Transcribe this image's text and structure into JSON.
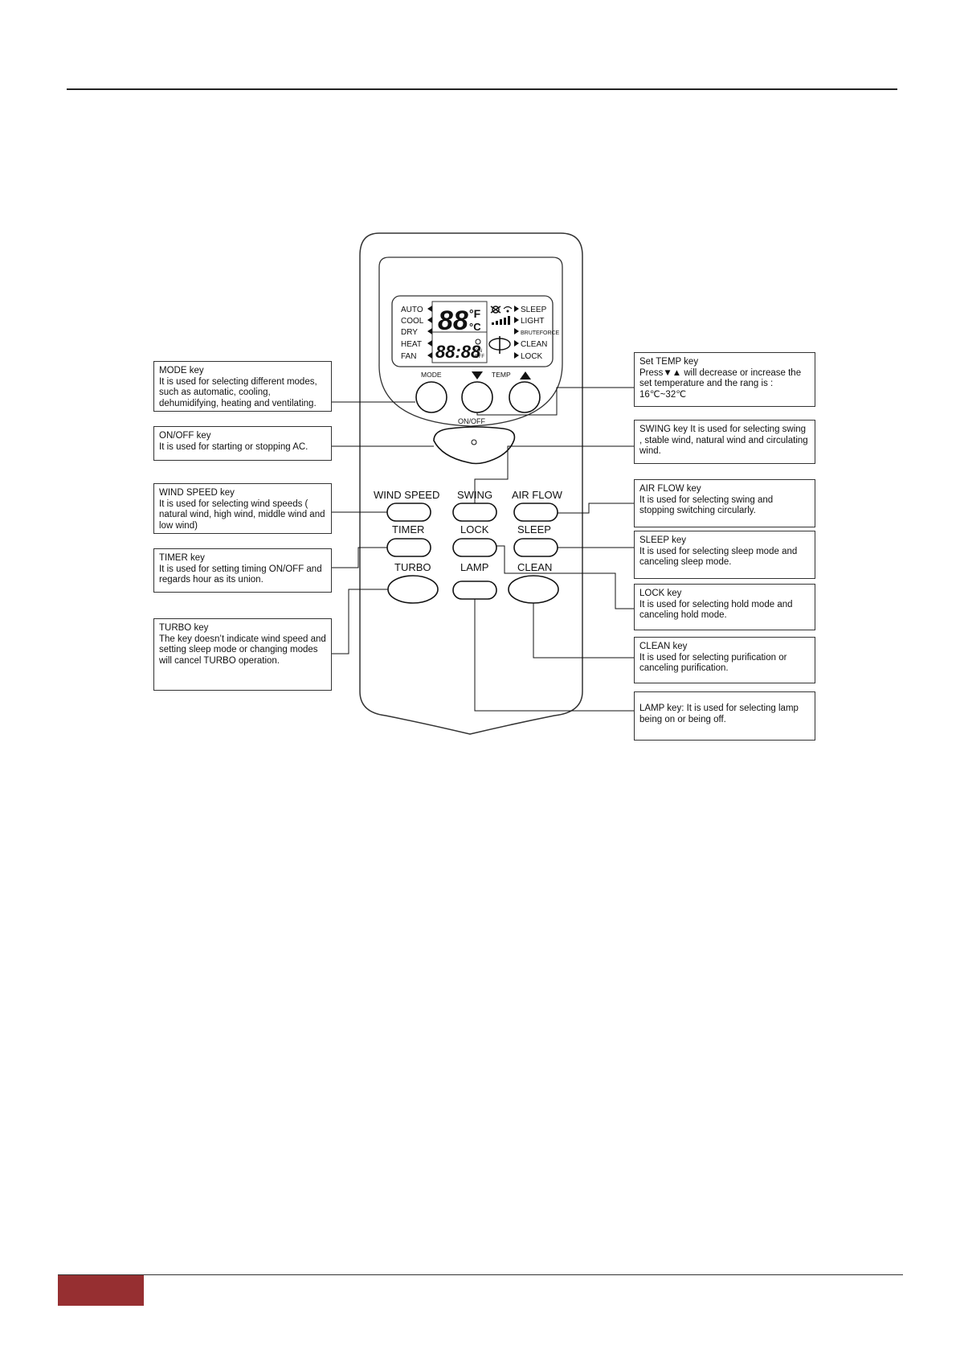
{
  "colors": {
    "footer_accent": "#962f31",
    "ink": "#111111"
  },
  "remote": {
    "lcd": {
      "modes": [
        "AUTO",
        "COOL",
        "DRY",
        "HEAT",
        "FAN"
      ],
      "right_items": [
        "SLEEP",
        "LIGHT",
        "BRUTEFORCE",
        "CLEAN",
        "LOCK"
      ],
      "temp_digits": "88",
      "unit_f": "°F",
      "unit_c": "°C",
      "time_digits": "88:88",
      "on_label": "ON",
      "off_label": "OFF"
    },
    "labels": {
      "mode": "MODE",
      "temp": "TEMP",
      "on_off": "ON/OFF",
      "wind_speed": "WIND SPEED",
      "swing": "SWING",
      "air_flow": "AIR FLOW",
      "timer": "TIMER",
      "lock": "LOCK",
      "sleep": "SLEEP",
      "turbo": "TURBO",
      "lamp": "LAMP",
      "clean": "CLEAN"
    }
  },
  "callouts": {
    "mode": {
      "title": "MODE key",
      "body": "It is used for selecting different modes, such as automatic, cooling, dehumidifying, heating and ventilating."
    },
    "onoff": {
      "title": "ON/OFF key",
      "body": "It is used for starting or stopping AC."
    },
    "windspeed": {
      "title": "WIND SPEED key",
      "body": "It is used for selecting wind speeds ( natural wind, high wind, middle wind and low wind)"
    },
    "timer": {
      "title": "TIMER key",
      "body": "It is used for setting timing ON/OFF and regards hour as its union."
    },
    "turbo": {
      "title": "TURBO key",
      "body": "The key doesn’t indicate wind speed and setting sleep mode or changing modes will cancel TURBO operation."
    },
    "settemp": {
      "title": "Set TEMP key",
      "body": "Press▼▲ will decrease or increase the set temperature and the rang is : 16℃~32℃"
    },
    "swing": {
      "title": "",
      "body": "SWING key It is used for selecting swing , stable wind, natural wind and circulating wind."
    },
    "airflow": {
      "title": "AIR FLOW key",
      "body": "It is used for selecting swing and stopping switching circularly."
    },
    "sleep": {
      "title": "SLEEP key",
      "body": "It is used for selecting sleep mode and canceling sleep mode."
    },
    "lock": {
      "title": "LOCK key",
      "body": "It is used for selecting hold mode and canceling hold mode."
    },
    "clean": {
      "title": "CLEAN key",
      "body": "It is used for selecting purification or canceling purification."
    },
    "lamp": {
      "title": "",
      "body": "LAMP key: It is used for selecting lamp being on or being off."
    }
  }
}
